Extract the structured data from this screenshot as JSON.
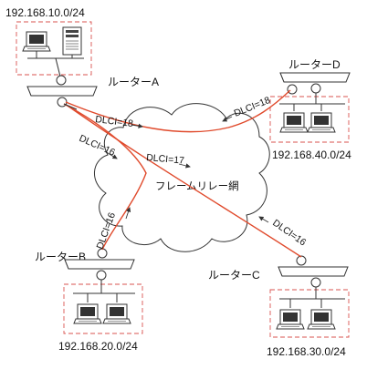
{
  "network": {
    "cloud_label": "フレームリレー網",
    "routers": {
      "a": {
        "label": "ルーターA",
        "subnet": "192.168.10.0/24"
      },
      "b": {
        "label": "ルーターB",
        "subnet": "192.168.20.0/24"
      },
      "c": {
        "label": "ルーターC",
        "subnet": "192.168.30.0/24"
      },
      "d": {
        "label": "ルーターD",
        "subnet": "192.168.40.0/24"
      }
    },
    "dlci": {
      "a_to_b": "DLCI=16",
      "a_to_c": "DLCI=17",
      "a_to_d": "DLCI=18",
      "b_to_a": "DLCI=16",
      "c_to_a": "DLCI=16",
      "d_to_a": "DLCI=18"
    }
  }
}
